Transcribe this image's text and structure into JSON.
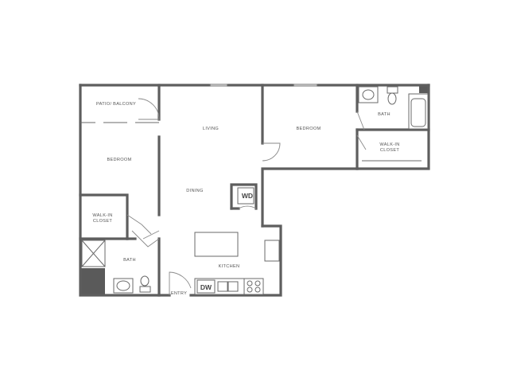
{
  "floor_plan": {
    "rooms": {
      "patio": "PATIO/ BALCONY",
      "living": "LIVING",
      "bedroom_left": "BEDROOM",
      "bedroom_right": "BEDROOM",
      "bath_right": "BATH",
      "walkin_right_line1": "WALK-IN",
      "walkin_right_line2": "CLOSET",
      "dining": "DINING",
      "walkin_left_line1": "WALK-IN",
      "walkin_left_line2": "CLOSET",
      "bath_left": "BATH",
      "kitchen": "KITCHEN",
      "entry": "ENTRY"
    },
    "appliances": {
      "washer_dryer": "WD",
      "dishwasher": "DW"
    },
    "colors": {
      "wall": "#5e5e5e",
      "fill_dark": "#5a5a5a",
      "label": "#555555"
    }
  }
}
